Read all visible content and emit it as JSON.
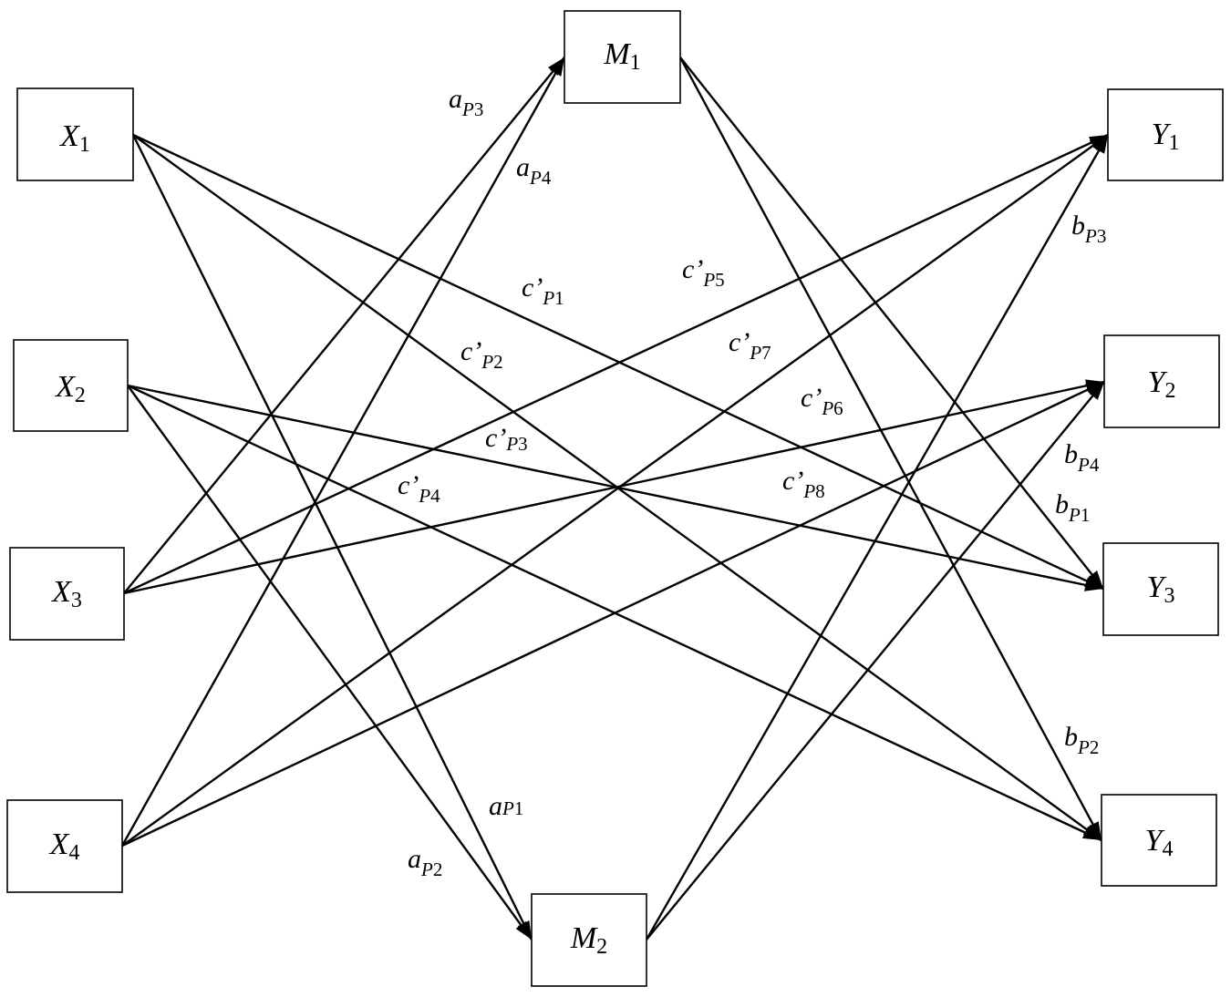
{
  "nodes": {
    "X1": {
      "letter": "X",
      "sub": "1"
    },
    "X2": {
      "letter": "X",
      "sub": "2"
    },
    "X3": {
      "letter": "X",
      "sub": "3"
    },
    "X4": {
      "letter": "X",
      "sub": "4"
    },
    "M1": {
      "letter": "M",
      "sub": "1"
    },
    "M2": {
      "letter": "M",
      "sub": "2"
    },
    "Y1": {
      "letter": "Y",
      "sub": "1"
    },
    "Y2": {
      "letter": "Y",
      "sub": "2"
    },
    "Y3": {
      "letter": "Y",
      "sub": "3"
    },
    "Y4": {
      "letter": "Y",
      "sub": "4"
    }
  },
  "edges": [
    {
      "from": "X1",
      "to": "M2"
    },
    {
      "from": "X2",
      "to": "M2"
    },
    {
      "from": "X3",
      "to": "M1"
    },
    {
      "from": "X4",
      "to": "M1"
    },
    {
      "from": "M1",
      "to": "Y3"
    },
    {
      "from": "M1",
      "to": "Y4"
    },
    {
      "from": "M2",
      "to": "Y1"
    },
    {
      "from": "M2",
      "to": "Y2"
    },
    {
      "from": "X1",
      "to": "Y3"
    },
    {
      "from": "X1",
      "to": "Y4"
    },
    {
      "from": "X2",
      "to": "Y3"
    },
    {
      "from": "X2",
      "to": "Y4"
    },
    {
      "from": "X3",
      "to": "Y1"
    },
    {
      "from": "X3",
      "to": "Y2"
    },
    {
      "from": "X4",
      "to": "Y1"
    },
    {
      "from": "X4",
      "to": "Y2"
    }
  ],
  "labels": {
    "aP3": {
      "main": "a",
      "sub": "P",
      "num": "3"
    },
    "aP4": {
      "main": "a",
      "sub": "P",
      "num": "4"
    },
    "aP1": {
      "main": "a",
      "sub": "P",
      "num": "1"
    },
    "aP2": {
      "main": "a",
      "sub": "P",
      "num": "2"
    },
    "bP3": {
      "main": "b",
      "sub": "P",
      "num": "3"
    },
    "bP4": {
      "main": "b",
      "sub": "P",
      "num": "4"
    },
    "bP1": {
      "main": "b",
      "sub": "P",
      "num": "1"
    },
    "bP2": {
      "main": "b",
      "sub": "P",
      "num": "2"
    },
    "cP1": {
      "main": "c’",
      "sub": "P",
      "num": "1"
    },
    "cP2": {
      "main": "c’",
      "sub": "P",
      "num": "2"
    },
    "cP3": {
      "main": "c’",
      "sub": "P",
      "num": "3"
    },
    "cP4": {
      "main": "c’",
      "sub": "P",
      "num": "4"
    },
    "cP5": {
      "main": "c’",
      "sub": "P",
      "num": "5"
    },
    "cP6": {
      "main": "c’",
      "sub": "P",
      "num": "6"
    },
    "cP7": {
      "main": "c’",
      "sub": "P",
      "num": "7"
    },
    "cP8": {
      "main": "c’",
      "sub": "P",
      "num": "8"
    }
  }
}
